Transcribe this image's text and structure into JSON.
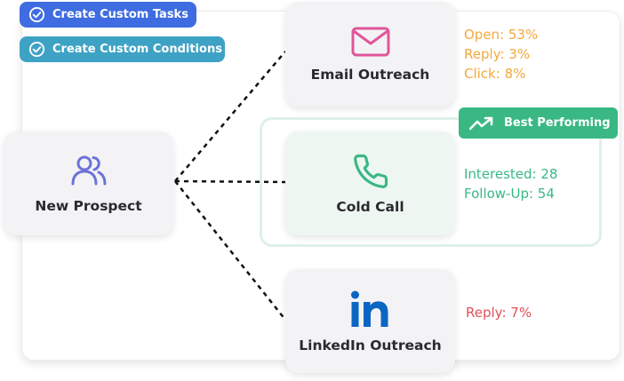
{
  "tags": {
    "tasks": "Create Custom Tasks",
    "conditions": "Create Custom Conditions"
  },
  "nodes": {
    "prospect": "New Prospect",
    "email": "Email Outreach",
    "call": "Cold Call",
    "linkedin": "LinkedIn Outreach"
  },
  "badge": "Best Performing",
  "stats": {
    "email": [
      "Open: 53%",
      "Reply: 3%",
      "Click: 8%"
    ],
    "call": [
      "Interested: 28",
      "Follow-Up: 54"
    ],
    "linkedin": [
      "Reply: 7%"
    ]
  },
  "colors": {
    "tag_blue": "#3f6ce1",
    "tag_teal": "#3ea2c5",
    "email_icon": "#e0559a",
    "prospect_icon": "#6c72d9",
    "phone_icon": "#39b883",
    "linkedin_icon": "#0a66c2",
    "email_stats": "#f2a93b",
    "call_stats": "#39b883",
    "linkedin_stats": "#e0505a"
  },
  "icons": [
    "check-circle-icon",
    "users-icon",
    "mail-icon",
    "phone-icon",
    "linkedin-icon",
    "trending-up-icon"
  ]
}
